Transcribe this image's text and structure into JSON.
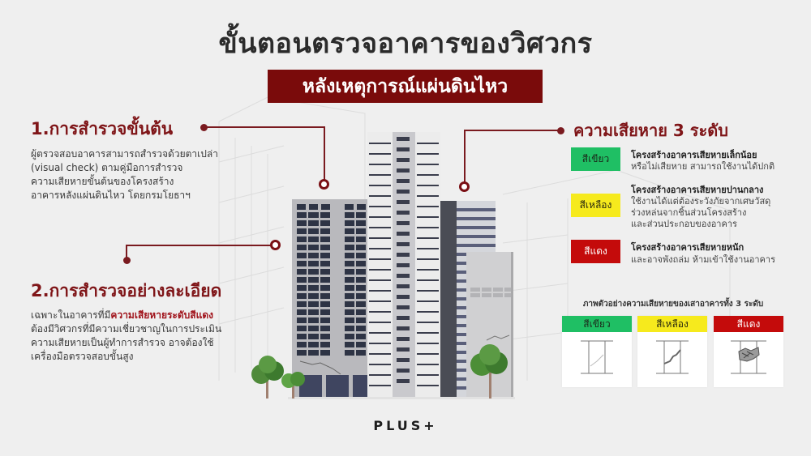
{
  "header": {
    "title": "ขั้นตอนตรวจอาคารของวิศวกร",
    "subtitle": "หลังเหตุการณ์แผ่นดินไหว",
    "subtitle_bg": "#7a0b0b"
  },
  "section1": {
    "heading": "1.การสำรวจขั้นต้น",
    "lines": [
      "ผู้ตรวจสอบอาคารสามารถสำรวจด้วยตาเปล่า",
      "(visual check) ตามคู่มือการสำรวจ",
      "ความเสียหายขั้นต้นของโครงสร้าง",
      "อาคารหลังแผ่นดินไหว โดยกรมโยธาฯ"
    ]
  },
  "section2": {
    "heading": "2.การสำรวจอย่างละเอียด",
    "line1_prefix": "เฉพาะในอาคารที่มี",
    "line1_highlight": "ความเสียหายระดับสีแดง",
    "lines": [
      "ต้องมีวิศวกรที่มีความเชี่ยวชาญในการประเมิน",
      "ความเสียหายเป็นผู้ทำการสำรวจ อาจต้องใช้",
      "เครื่องมือตรวจสอบขั้นสูง"
    ]
  },
  "levels": {
    "heading": "ความเสียหาย 3 ระดับ",
    "items": [
      {
        "badge": "สีเขียว",
        "color": "#1fbf64",
        "text_color": "#1b2b1b",
        "title": "โครงสร้างอาคารเสียหายเล็กน้อย",
        "desc": [
          "หรือไม่เสียหาย สามารถใช้งานได้ปกติ"
        ]
      },
      {
        "badge": "สีเหลือง",
        "color": "#f6ea1d",
        "text_color": "#2b2b10",
        "title": "โครงสร้างอาคารเสียหายปานกลาง",
        "desc": [
          "ใช้งานได้แต่ต้องระวังภัยจากเศษวัสดุ",
          "ร่วงหล่นจากชิ้นส่วนโครงสร้าง",
          "และส่วนประกอบของอาคาร"
        ]
      },
      {
        "badge": "สีแดง",
        "color": "#c40b0b",
        "text_color": "#ffffff",
        "title": "โครงสร้างอาคารเสียหายหนัก",
        "desc": [
          "และอาจพังถล่ม ห้ามเข้าใช้งานอาคาร"
        ]
      }
    ]
  },
  "samples": {
    "caption": "ภาพตัวอย่างความเสียหายของเสาอาคารทั้ง 3 ระดับ",
    "cards": [
      {
        "label": "สีเขียว",
        "color": "#1fbf64",
        "text_color": "#1b2b1b",
        "damage": "hairline-crack"
      },
      {
        "label": "สีเหลือง",
        "color": "#f6ea1d",
        "text_color": "#2b2b10",
        "damage": "diagonal-crack"
      },
      {
        "label": "สีแดง",
        "color": "#c40b0b",
        "text_color": "#ffffff",
        "damage": "crushed-concrete"
      }
    ]
  },
  "footer": {
    "logo": "PLUS+"
  },
  "accent_color": "#7f1518"
}
